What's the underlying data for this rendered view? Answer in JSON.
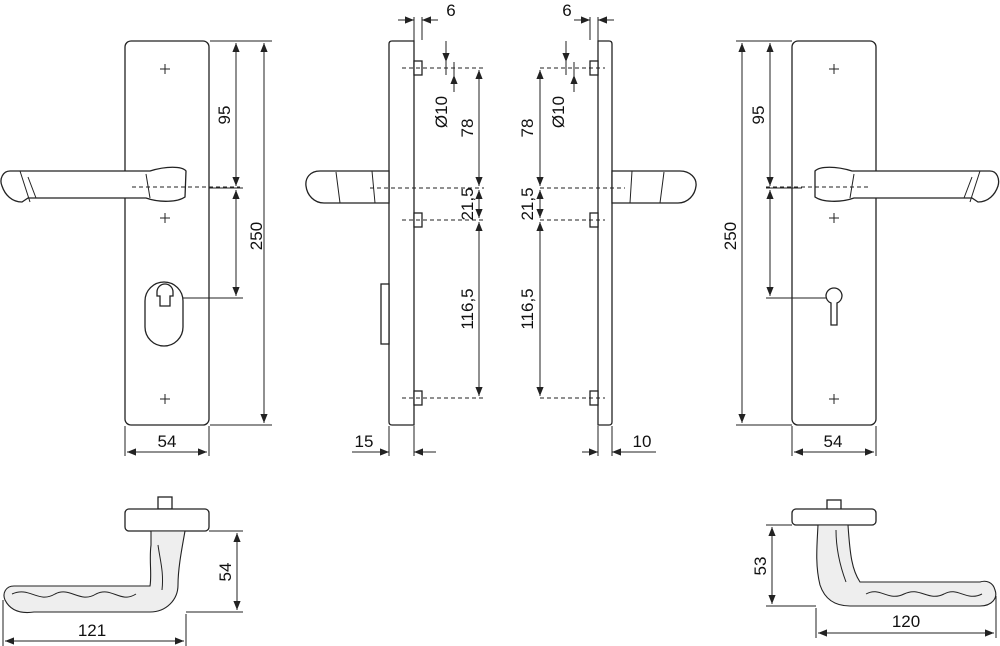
{
  "dimensions": {
    "front_left": {
      "plate_height": "250",
      "handle_to_key": "95",
      "plate_width": "54"
    },
    "side_left": {
      "top_offset": "6",
      "spindle_diameter": "Ø10",
      "to_handle": "78",
      "handle_to_mid": "21,5",
      "mid_to_bottom": "116,5",
      "depth": "15"
    },
    "side_right": {
      "top_offset": "6",
      "spindle_diameter": "Ø10",
      "to_handle": "78",
      "handle_to_mid": "21,5",
      "mid_to_bottom": "116,5",
      "depth": "10"
    },
    "front_right": {
      "plate_height": "250",
      "handle_to_key": "95",
      "plate_width": "54"
    },
    "top_left": {
      "width": "121",
      "height": "54"
    },
    "top_right": {
      "width": "120",
      "height": "53"
    }
  }
}
